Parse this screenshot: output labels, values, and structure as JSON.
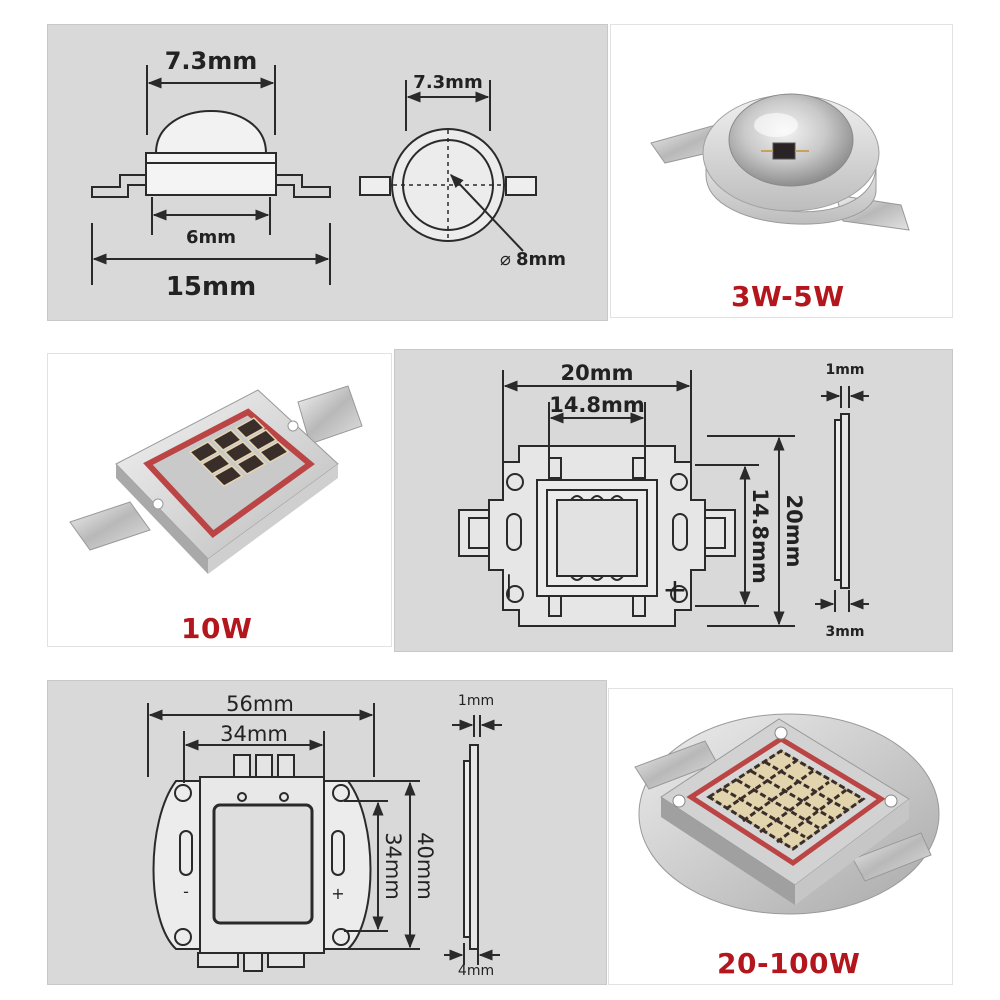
{
  "colors": {
    "label_red": "#b3171d",
    "panel_gray": "#d9d9d9",
    "line": "#2a2a2a"
  },
  "small": {
    "side": {
      "top_width": "7.3mm",
      "base_width": "6mm",
      "total_width": "15mm"
    },
    "top": {
      "lens_width": "7.3mm",
      "diameter_symbol": "⌀",
      "diameter": "8mm"
    },
    "photo_label": "3W-5W"
  },
  "medium": {
    "photo_label": "10W",
    "front": {
      "width": "20mm",
      "inner_width": "14.8mm",
      "inner_height": "14.8mm",
      "height": "20mm",
      "minus": "—",
      "plus": "+"
    },
    "side": {
      "thickness_top": "1mm",
      "thickness_bottom": "3mm"
    }
  },
  "large": {
    "front": {
      "width": "56mm",
      "inner_width": "34mm",
      "inner_height": "34mm",
      "height": "40mm"
    },
    "side": {
      "thickness_top": "1mm",
      "thickness_bottom": "4mm"
    },
    "photo_label": "20-100W"
  }
}
